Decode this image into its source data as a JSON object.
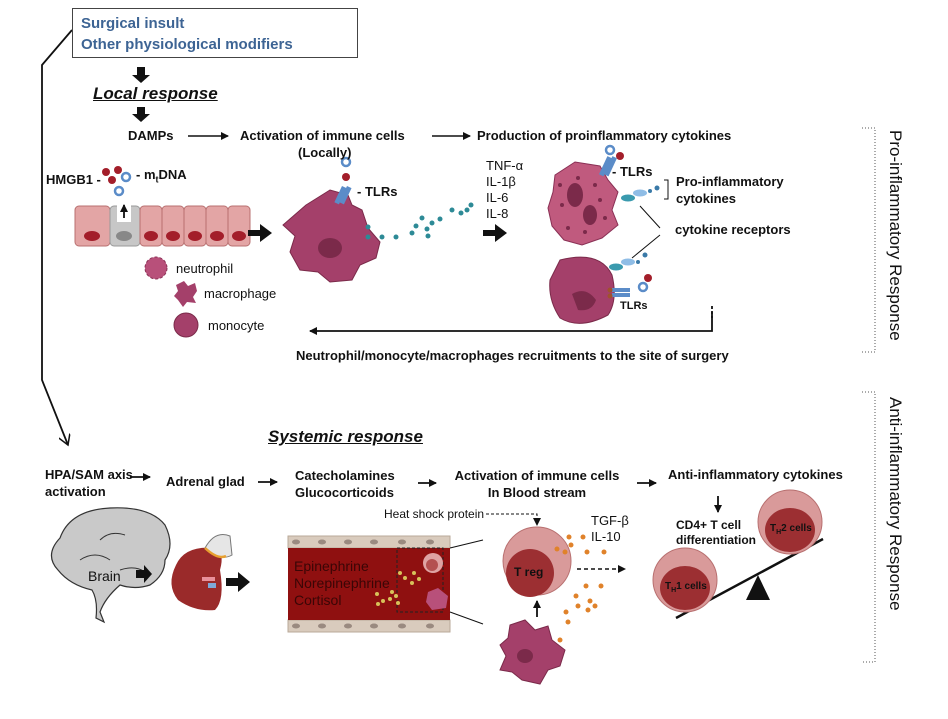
{
  "trigger_box": {
    "line1": "Surgical insult",
    "line2": "Other physiological modifiers",
    "text_color": "#3d6494"
  },
  "local": {
    "title": "Local response",
    "flow": [
      "DAMPs",
      "Activation of immune cells",
      "Production of proinflammatory cytokines"
    ],
    "locally": "(Locally)",
    "hmgb1": "HMGB1 -",
    "mtdna_prefix": "- m",
    "mtdna_sub": "t",
    "mtdna_suffix": "DNA",
    "tlrs_1": "- TLRs",
    "tlrs_2": "- TLRs",
    "tlrs_3": "TLRs",
    "cytokines": [
      "TNF-α",
      "IL-1β",
      "IL-6",
      "IL-8"
    ],
    "pro_cytokines_line1": "Pro-inflammatory",
    "pro_cytokines_line2": "cytokines",
    "cytokine_receptors": "cytokine receptors",
    "legend": [
      "neutrophil",
      "macrophage",
      "monocyte"
    ],
    "recruitment": "Neutrophil/monocyte/macrophages  recruitments to the site of surgery"
  },
  "systemic": {
    "title": "Systemic response",
    "flow": [
      {
        "line1": "HPA/SAM axis",
        "line2": "activation"
      },
      {
        "line1": "Adrenal glad",
        "line2": ""
      },
      {
        "line1": "Catecholamines",
        "line2": "Glucocorticoids"
      },
      {
        "line1": "Activation of immune cells",
        "line2": "In Blood stream"
      },
      {
        "line1": "Anti-inflammatory  cytokines",
        "line2": ""
      }
    ],
    "brain": "Brain",
    "hormones": [
      "Epinephrine",
      "Norepinephrine",
      "Cortisol"
    ],
    "heat_shock": "Heat shock protein",
    "anti_cytokines": [
      "TGF-β",
      "IL-10"
    ],
    "treg": "T reg",
    "cd4_line1": "CD4+ T cell",
    "cd4_line2": "differentiation",
    "th1": {
      "prefix": "T",
      "sub": "H",
      "suffix": "1 cells"
    },
    "th2": {
      "prefix": "T",
      "sub": "H",
      "suffix": "2 cells"
    }
  },
  "side_labels": {
    "pro": "Pro-inflammatory  Response",
    "anti": "Anti-inflammatory  Response"
  },
  "colors": {
    "cell_magenta": "#a4406a",
    "cell_dark": "#7b2a4a",
    "epithelium": "#e3a5a5",
    "blood": "#8f1010",
    "tcell_outer": "#d99a9a",
    "tcell_inner": "#9c2f32",
    "cytokine_teal": "#2d8a96",
    "anti_cytokine_orange": "#e0822a",
    "hormone_yellow": "#d8c25a"
  }
}
